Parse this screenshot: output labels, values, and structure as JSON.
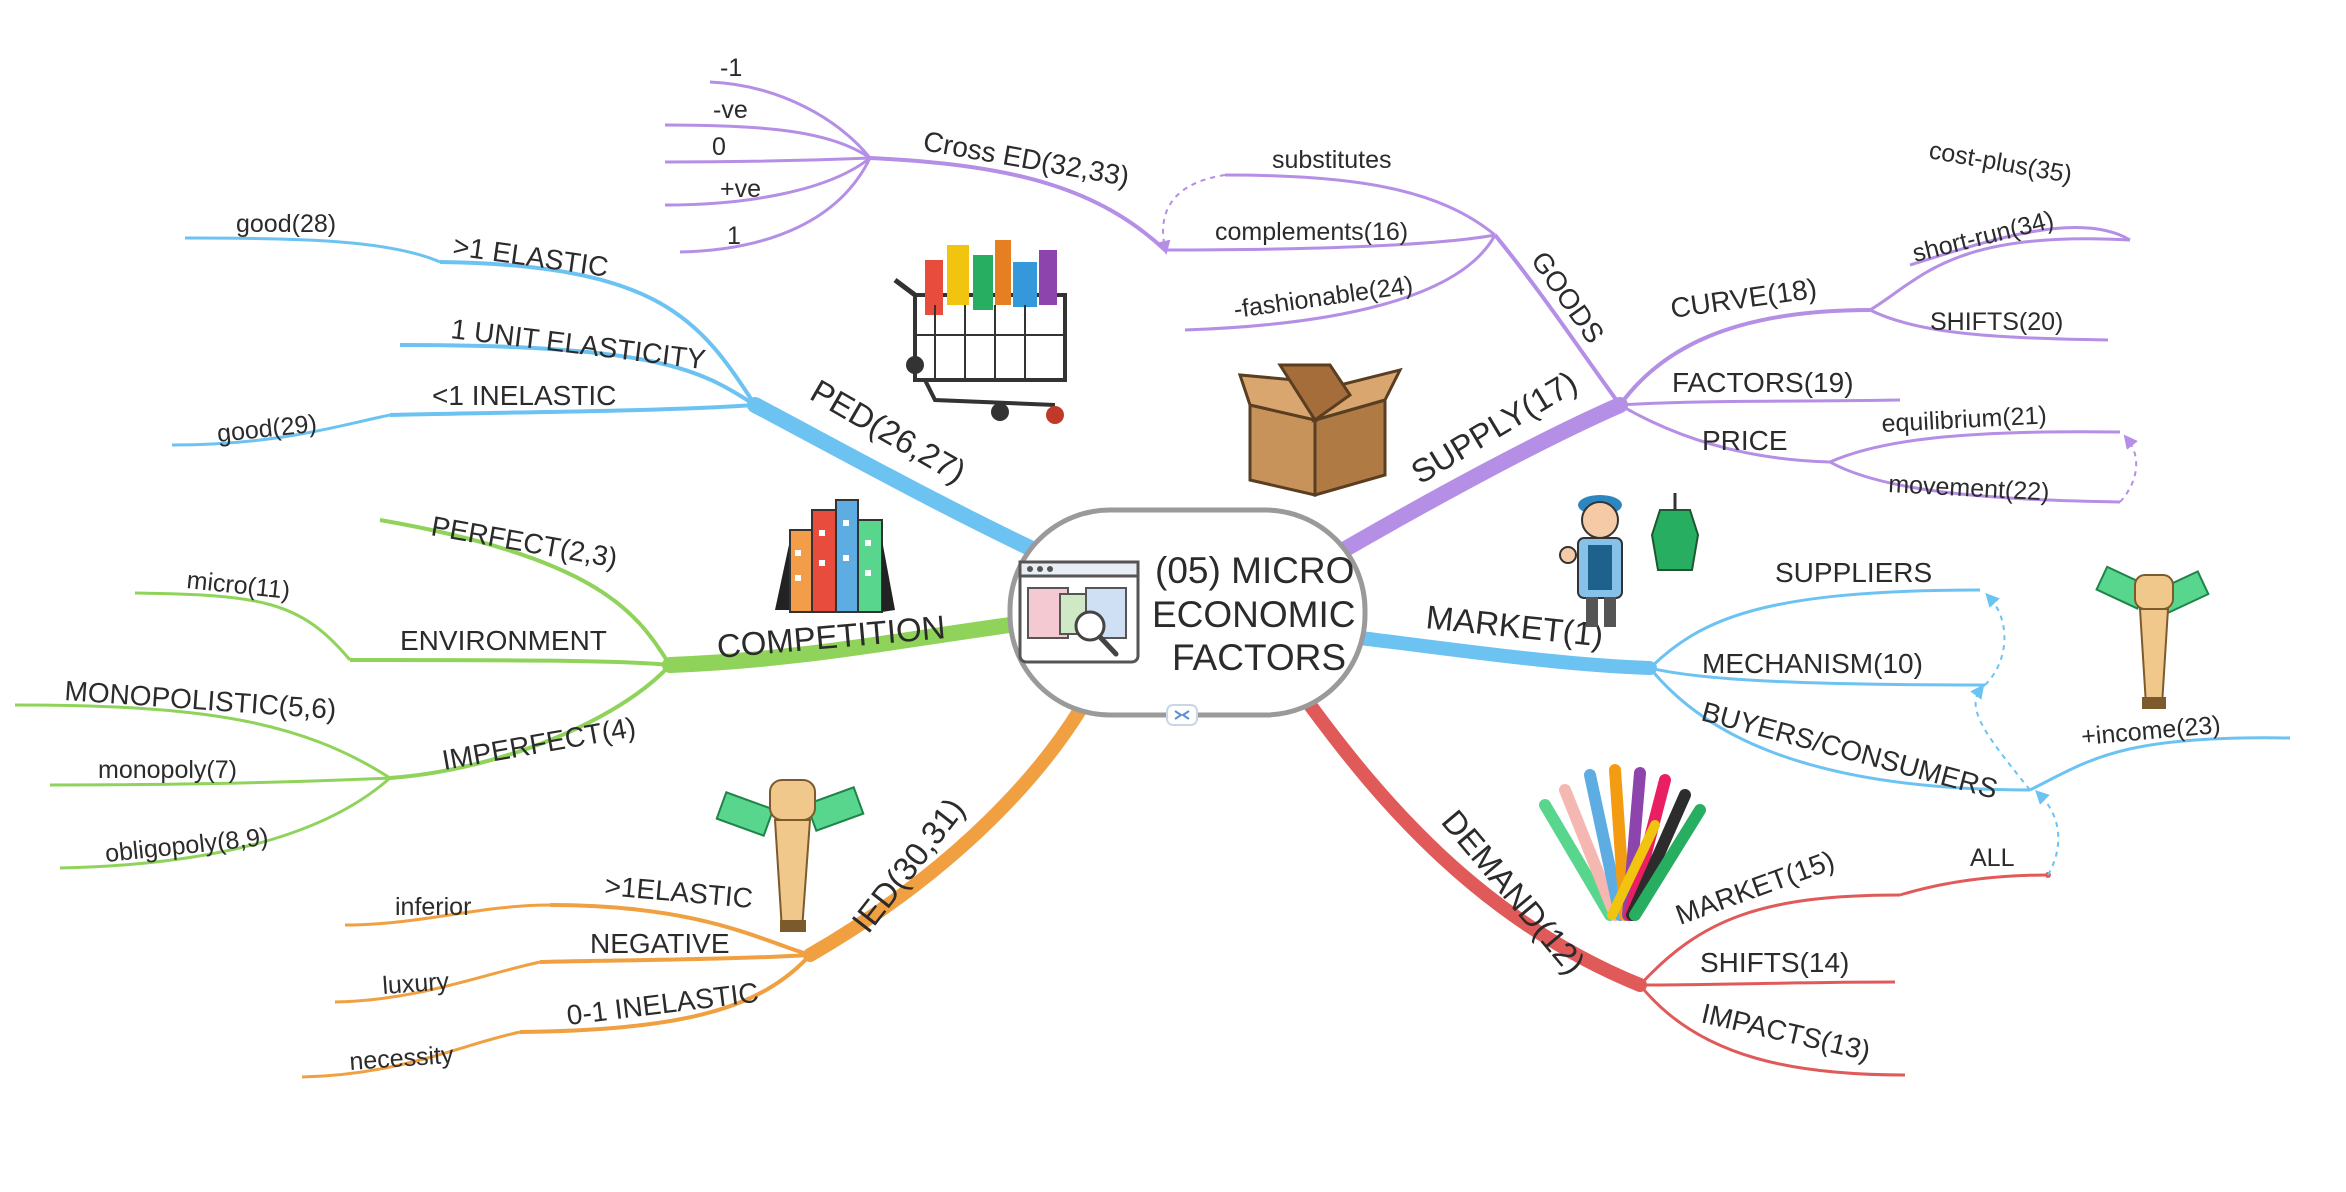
{
  "center": {
    "lines": [
      "(05) MICRO",
      "ECONOMIC",
      "FACTORS"
    ],
    "icon": "search-document-icon"
  },
  "colors": {
    "purple": "#b58ee6",
    "blue": "#6cc3f2",
    "green": "#8fd35a",
    "orange": "#f0a040",
    "red": "#e05a5a",
    "center_border": "#9a9a9a"
  },
  "branches": {
    "ped": {
      "label": "PED(26,27)",
      "children": [
        {
          "label": ">1 ELASTIC",
          "leaf": "good(28)"
        },
        {
          "label": "1 UNIT ELASTICITY"
        },
        {
          "label": "<1 INELASTIC",
          "leaf": "good(29)"
        }
      ]
    },
    "competition": {
      "label": "COMPETITION",
      "children": [
        {
          "label": "PERFECT(2,3)"
        },
        {
          "label": "ENVIRONMENT",
          "leaf": "micro(11)"
        },
        {
          "label": "IMPERFECT(4)",
          "leaves": [
            "MONOPOLISTIC(5,6)",
            "monopoly(7)",
            "obligopoly(8,9)"
          ]
        }
      ]
    },
    "ied": {
      "label": "IED(30,31)",
      "children": [
        {
          "label": ">1ELASTIC",
          "leaf": "inferior"
        },
        {
          "label": "NEGATIVE",
          "leaf": "luxury"
        },
        {
          "label": "0-1 INELASTIC",
          "leaf": "necessity"
        }
      ]
    },
    "supply": {
      "label": "SUPPLY(17)",
      "children": [
        {
          "label": "GOODS",
          "leaves": [
            "substitutes",
            "complements(16)",
            "-fashionable(24)"
          ]
        },
        {
          "label": "CURVE(18)",
          "leaves": [
            "cost-plus(35)",
            "short-run(34)",
            "SHIFTS(20)"
          ]
        },
        {
          "label": "FACTORS(19)"
        },
        {
          "label": "PRICE",
          "leaves": [
            "equilibrium(21)",
            "movement(22)"
          ]
        }
      ],
      "cross": {
        "label": "Cross ED(32,33)",
        "leaves": [
          "-1",
          "-ve",
          "0",
          "+ve",
          "1"
        ]
      }
    },
    "market": {
      "label": "MARKET(1)",
      "children": [
        {
          "label": "SUPPLIERS"
        },
        {
          "label": "MECHANISM(10)"
        },
        {
          "label": "BUYERS/CONSUMERS",
          "leaf": "+income(23)"
        }
      ]
    },
    "demand": {
      "label": "DEMAND(12)",
      "children": [
        {
          "label": "MARKET(15)",
          "leaf": "ALL"
        },
        {
          "label": "SHIFTS(14)"
        },
        {
          "label": "IMPACTS(13)"
        }
      ]
    }
  },
  "images": [
    "shopping-cart-icon",
    "cardboard-box-icon",
    "city-buildings-icon",
    "shopkeeper-icon",
    "money-fist-icon",
    "raised-hands-icon",
    "money-fist-icon"
  ]
}
